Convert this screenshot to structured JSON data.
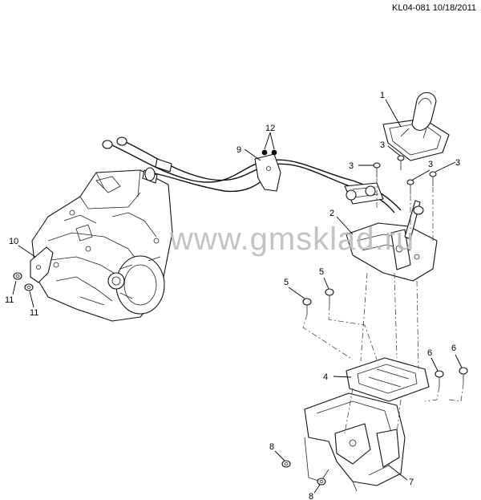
{
  "header": {
    "code": "KL04-081 10/18/2011"
  },
  "watermark": "www.gmsklad.ru",
  "callouts": [
    {
      "id": "1",
      "label": "1"
    },
    {
      "id": "2",
      "label": "2"
    },
    {
      "id": "3a",
      "label": "3"
    },
    {
      "id": "3b",
      "label": "3"
    },
    {
      "id": "3c",
      "label": "3"
    },
    {
      "id": "3d",
      "label": "3"
    },
    {
      "id": "4",
      "label": "4"
    },
    {
      "id": "5a",
      "label": "5"
    },
    {
      "id": "5b",
      "label": "5"
    },
    {
      "id": "6a",
      "label": "6"
    },
    {
      "id": "6b",
      "label": "6"
    },
    {
      "id": "7",
      "label": "7"
    },
    {
      "id": "8a",
      "label": "8"
    },
    {
      "id": "8b",
      "label": "8"
    },
    {
      "id": "9",
      "label": "9"
    },
    {
      "id": "10",
      "label": "10"
    },
    {
      "id": "11a",
      "label": "11"
    },
    {
      "id": "11b",
      "label": "11"
    },
    {
      "id": "12",
      "label": "12"
    }
  ]
}
